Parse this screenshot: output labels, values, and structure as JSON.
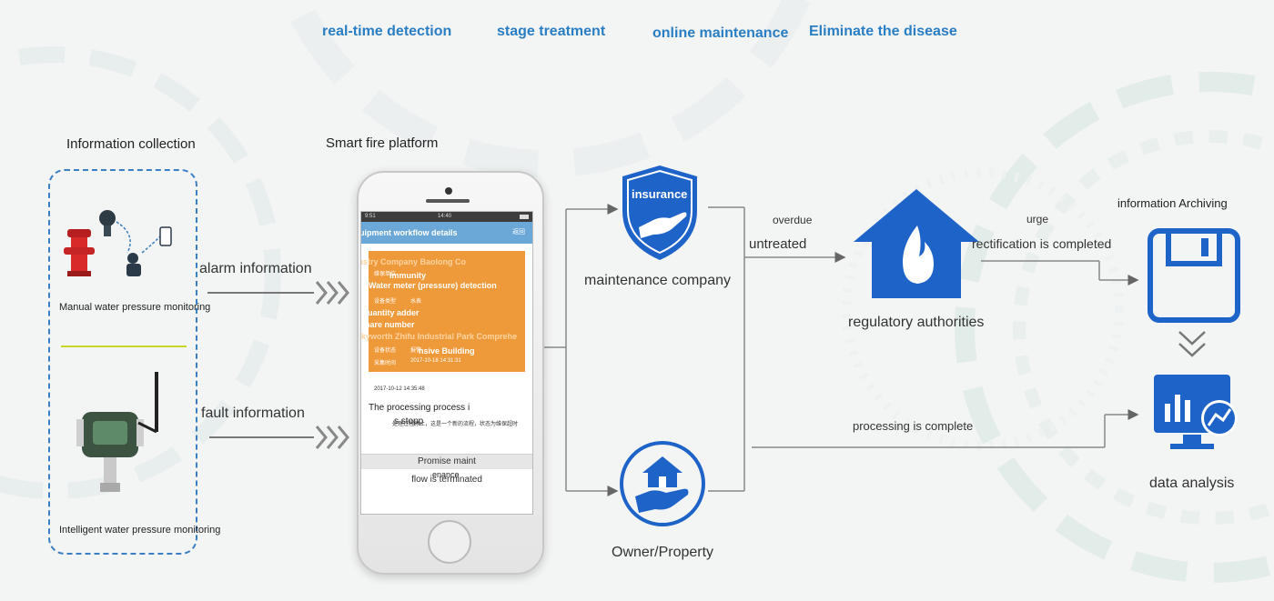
{
  "stages": [
    "real-time detection",
    "stage treatment",
    "online maintenance",
    "Eliminate the disease"
  ],
  "sections": {
    "collection": "Information collection",
    "platform": "Smart fire platform",
    "archiving": "information Archiving"
  },
  "devices": {
    "manual": "Manual water pressure monitoring",
    "intelligent": "Intelligent water pressure monitoring"
  },
  "flows": {
    "alarm": "alarm information",
    "fault": "fault information",
    "overdue": "overdue",
    "untreated": "untreated",
    "urge": "urge",
    "rectification": "rectification is completed",
    "processing": "processing is complete"
  },
  "nodes": {
    "insurance_badge": "insurance",
    "maintenance": "maintenance company",
    "owner": "Owner/Property",
    "regulatory": "regulatory authorities",
    "analysis": "data analysis"
  },
  "phone": {
    "status_left": "9:51",
    "status_center": "14:40",
    "header": "uipment workflow details",
    "header_action": "返回",
    "card": {
      "company": "Industry Company Baolong Co",
      "immunity": "Immunity",
      "detection": "Water meter (pressure) detection",
      "quantity": "Quantity adder",
      "share": "Share number",
      "park": "Skyworth Zhifu Industrial Park Comprehe",
      "building": "nsive Building",
      "row1": "维保单位",
      "row2": "设备类型",
      "row2_val": "水表",
      "row3": "设备状态",
      "row3_val": "报警",
      "time_label": "采集时间",
      "time_val": "2017-10-18 14:31:31"
    },
    "timestamp": "2017-10-12 14:35:48",
    "process_title": "The processing process i",
    "process_stop": "s stopp",
    "process_cn": "处理过程停止，这是一个新的流程，状态为维保超时",
    "btn_promise": "Promise maint",
    "btn_promise2": "enance",
    "btn_terminated": "flow is terminated"
  },
  "colors": {
    "accent": "#1e63c8",
    "stage_text": "#2a7ec4",
    "card": "#ef9a3a",
    "appbar": "#6ba8d8",
    "divider": "#c8d62a"
  }
}
